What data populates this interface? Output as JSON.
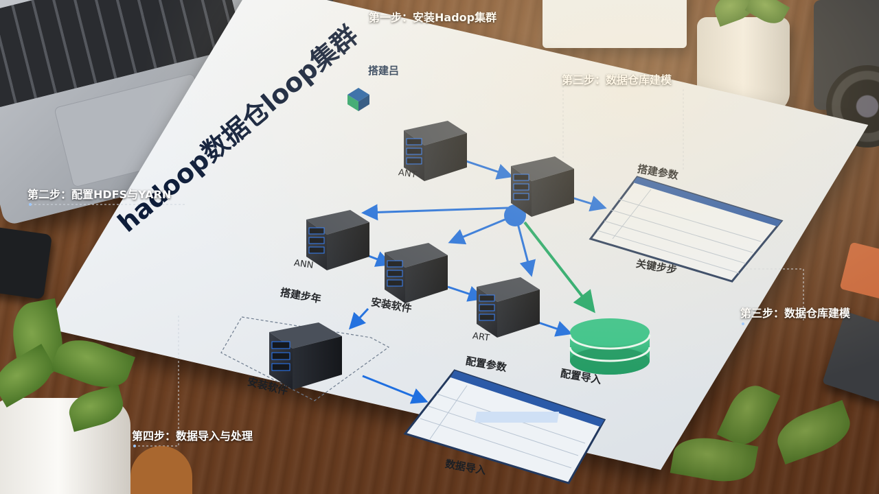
{
  "steps": {
    "step1": "第一步：安装Hadop集群",
    "step2": "第二步：配置HDFS与YARN",
    "step3a": "第三步：数据仓库建模",
    "step3b": "第三步：数据仓库建模",
    "step4": "第四步：数据导入与处理"
  },
  "poster": {
    "title": "hadoop数据仓loop集群",
    "logo_text": "搭建吕",
    "node_labels": {
      "n1": "ANT",
      "n2": "ANN",
      "n3": "ART"
    },
    "labels": {
      "build_params": "搭建参数",
      "key_steps": "关键步步",
      "install_software_1": "安装软件",
      "build_step": "搭建步年",
      "install_software_2": "安装软件",
      "config_params": "配置参数",
      "config_import": "配置导入",
      "data_import": "数据导入"
    }
  },
  "colors": {
    "arrow_blue": "#1f6fe0",
    "arrow_green": "#1fa86a",
    "server": "#2b2f36",
    "server_led": "#2a7bff",
    "database": "#27b07a",
    "title": "#0e1d3a"
  },
  "icons": [
    "server-icon",
    "database-icon",
    "hub-icon",
    "window-panel-icon",
    "logo-icon"
  ]
}
